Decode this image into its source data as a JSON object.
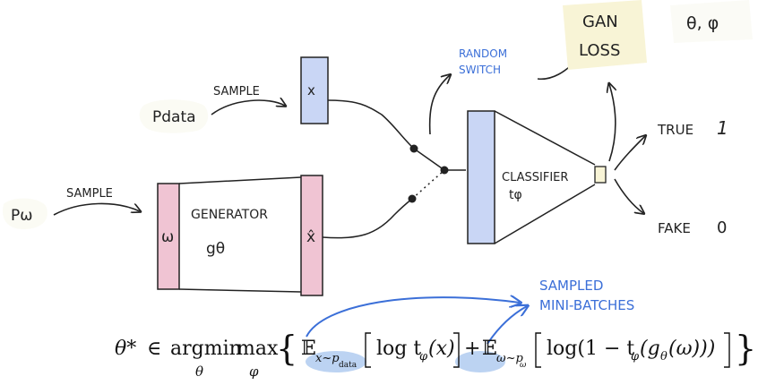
{
  "colors": {
    "ink": "#222222",
    "blue_note": "#3b6fd8",
    "sample_box_blue": "#c9d6f5",
    "noise_box_pink": "#f0c4d3",
    "classifier_blue": "#c9d6f5",
    "loss_note": "#f8f4d6",
    "highlight": "#bcd3f2"
  },
  "nodes": {
    "p_data": "Pdata",
    "p_omega": "Pω",
    "sample_top": "SAMPLE",
    "sample_bottom": "SAMPLE",
    "x_box": "x",
    "omega_box": "ω",
    "generator_label": "GENERATOR",
    "generator_fn": "gθ",
    "x_hat": "x̂",
    "random_switch_1": "RANDOM",
    "random_switch_2": "SWITCH",
    "classifier_label": "CLASSIFIER",
    "classifier_fn": "tφ",
    "gan_loss_1": "GAN",
    "gan_loss_2": "LOSS",
    "params": "θ, φ",
    "true_label": "TRUE",
    "true_value": "1",
    "fake_label": "FAKE",
    "fake_value": "0",
    "sampled_1": "SAMPLED",
    "sampled_2": "MINI-BATCHES"
  },
  "formula": {
    "theta_star": "θ*",
    "in": "∈",
    "argmin": "argmin",
    "argmin_sub": "θ",
    "max": "max",
    "max_sub": "φ",
    "brace_open": "{",
    "brace_close": "}",
    "E": "𝔼",
    "sub1": "x~p",
    "sub1_data": "data",
    "term1": "log t",
    "term1_sub": "φ",
    "term1_arg": "(x)",
    "plus": "+",
    "sub2": "ω~p",
    "sub2_omega": "ω",
    "term2": "log(1 − t",
    "term2_sub": "φ",
    "term2_mid": "(g",
    "term2_sub2": "θ",
    "term2_end": "(ω)))"
  }
}
